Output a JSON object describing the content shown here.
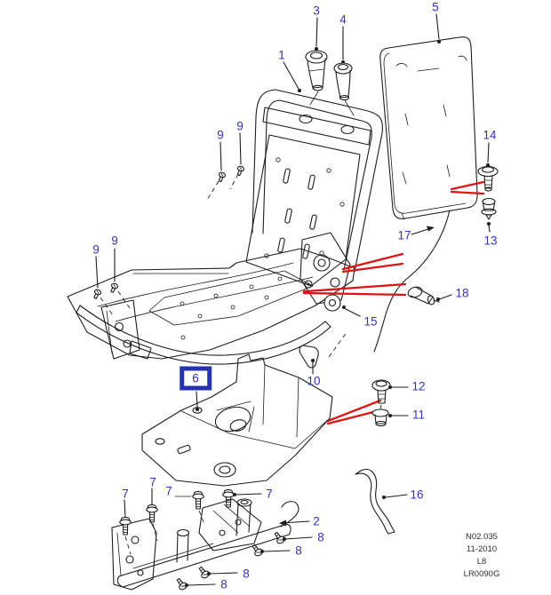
{
  "colors": {
    "label_blue": "#3333bb",
    "highlight_box_blue": "#2534ae",
    "line_black": "#1d1d1d",
    "arrow_red": "#dc1414",
    "background": "#ffffff"
  },
  "callouts": [
    {
      "id": "1",
      "text": "1"
    },
    {
      "id": "3",
      "text": "3"
    },
    {
      "id": "4",
      "text": "4"
    },
    {
      "id": "5",
      "text": "5"
    },
    {
      "id": "9a",
      "text": "9"
    },
    {
      "id": "9b",
      "text": "9"
    },
    {
      "id": "9c",
      "text": "9"
    },
    {
      "id": "9d",
      "text": "9"
    },
    {
      "id": "14",
      "text": "14"
    },
    {
      "id": "13",
      "text": "13"
    },
    {
      "id": "17",
      "text": "17"
    },
    {
      "id": "18",
      "text": "18"
    },
    {
      "id": "15",
      "text": "15"
    },
    {
      "id": "6",
      "text": "6",
      "selected": true
    },
    {
      "id": "10",
      "text": "10"
    },
    {
      "id": "12",
      "text": "12"
    },
    {
      "id": "11",
      "text": "11"
    },
    {
      "id": "16",
      "text": "16"
    },
    {
      "id": "7a",
      "text": "7"
    },
    {
      "id": "7b",
      "text": "7"
    },
    {
      "id": "7c",
      "text": "7"
    },
    {
      "id": "7d",
      "text": "7"
    },
    {
      "id": "2",
      "text": "2"
    },
    {
      "id": "8a",
      "text": "8"
    },
    {
      "id": "8b",
      "text": "8"
    },
    {
      "id": "8c",
      "text": "8"
    },
    {
      "id": "8d",
      "text": "8"
    }
  ],
  "footer": {
    "section": "N02.035",
    "date": "11-2010",
    "variant": "L8",
    "drawing_no": "LR0090G"
  }
}
